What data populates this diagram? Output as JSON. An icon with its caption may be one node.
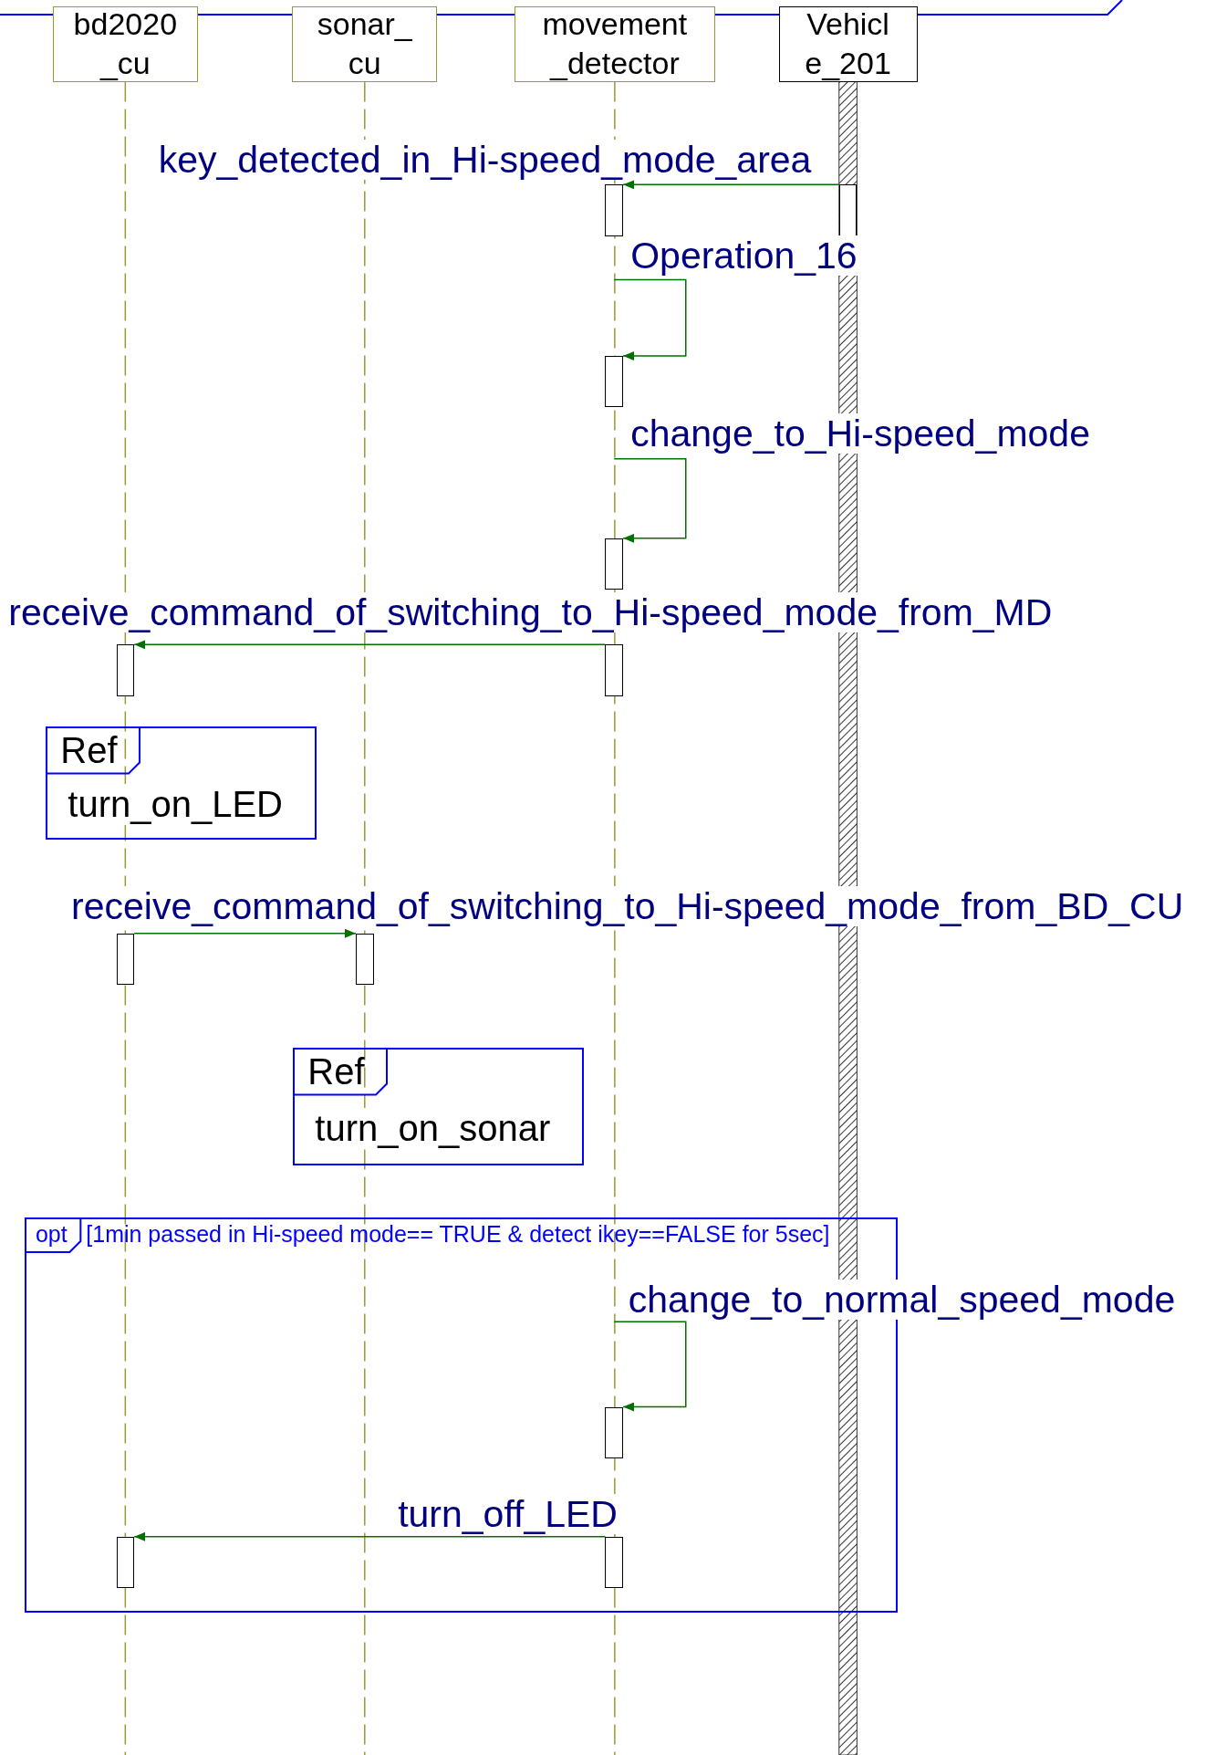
{
  "diagram": {
    "nodes": [
      {
        "text": [
          "bd2020_cu"
        ]
      },
      {
        "text": [
          "sonar_cu"
        ]
      },
      {
        "text": [
          "movement_detector"
        ]
      },
      {
        "text": [
          "Vehicle_201"
        ]
      },
      {
        "text": [],
        "shape": "bar"
      },
      {
        "text": [],
        "shape": "bar"
      },
      {
        "text": [],
        "shape": "bar"
      },
      {
        "text": [],
        "shape": "bar"
      },
      {
        "text": [],
        "shape": "bar"
      },
      {
        "text": [],
        "shape": "bar"
      },
      {
        "text": [
          "Ref",
          "turn_on_LED"
        ]
      },
      {
        "text": [],
        "shape": "bar"
      },
      {
        "text": [],
        "shape": "bar"
      },
      {
        "text": [
          "Ref",
          "turn_on_sonar"
        ]
      },
      {
        "text": [
          "opt",
          "[1min passed in Hi-speed mode== TRUE & detect ikey==FALSE for 5sec]"
        ]
      },
      {
        "text": [],
        "shape": "bar",
        "in": 14
      },
      {
        "text": [],
        "shape": "bar",
        "in": 14
      },
      {
        "text": [],
        "shape": "bar",
        "in": 14
      }
    ],
    "edges": [
      {
        "from": 5,
        "to": 4,
        "arrow": "to",
        "label": "key_detected_in_Hi-speed_mode_area"
      },
      {
        "from": null,
        "to": 6,
        "arrow": "to",
        "label": "Operation_16"
      },
      {
        "from": null,
        "to": 7,
        "arrow": "to",
        "label": "change_to_Hi-speed_mode"
      },
      {
        "from": 9,
        "to": 8,
        "arrow": "to",
        "label": "receive_command_of_switching_to_Hi-speed_mode_from_MD"
      },
      {
        "from": 11,
        "to": 12,
        "arrow": "to",
        "label": "receive_command_of_switching_to_Hi-speed_mode_from_BD_CU"
      },
      {
        "from": null,
        "to": 15,
        "arrow": "to",
        "label": "change_to_normal_speed_mode"
      },
      {
        "from": 17,
        "to": 16,
        "arrow": "to",
        "label": "turn_off_LED"
      }
    ]
  }
}
